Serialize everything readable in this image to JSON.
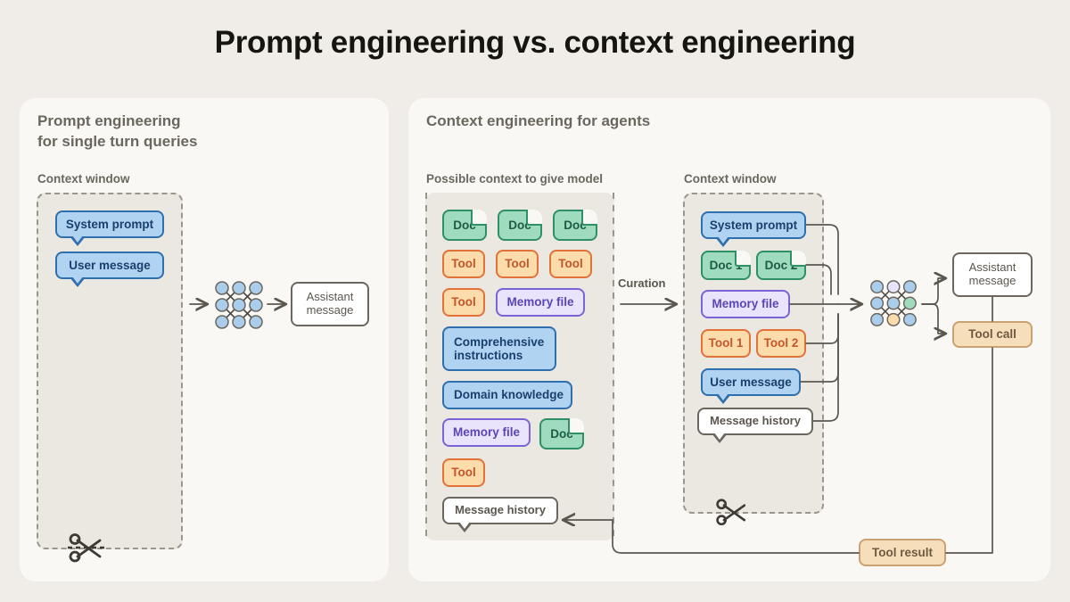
{
  "title": "Prompt engineering vs. context engineering",
  "colors": {
    "page_bg": "#f0ede8",
    "panel_bg": "#faf8f5",
    "context_window_bg": "#ebe8e2",
    "blue": "#b0d3f2",
    "blue_border": "#2f6fad",
    "green": "#9fdcbe",
    "green_border": "#2f8f66",
    "orange": "#fcdcab",
    "orange_border": "#e3713a",
    "purple": "#e9e4fc",
    "purple_border": "#7b63d8",
    "tan": "#f7debb",
    "tan_border": "#c9a173",
    "wire": "#6b675f",
    "heading_text": "#6b675f"
  },
  "left_panel": {
    "heading": "Prompt engineering\nfor single turn queries",
    "context_window_label": "Context window",
    "items": [
      {
        "label": "System prompt",
        "kind": "bubble-blue"
      },
      {
        "label": "User message",
        "kind": "bubble-blue"
      }
    ],
    "output": {
      "label": "Assistant\nmessage",
      "kind": "plain"
    },
    "model_icon": "neural-network-icon",
    "cut_icon": "scissors-icon"
  },
  "right_panel": {
    "heading": "Context engineering for agents",
    "possible_context_label": "Possible context to give model",
    "context_window_label": "Context window",
    "curation_label": "Curation",
    "possible_context": [
      {
        "label": "Doc",
        "kind": "doc"
      },
      {
        "label": "Doc",
        "kind": "doc"
      },
      {
        "label": "Doc",
        "kind": "doc"
      },
      {
        "label": "Tool",
        "kind": "tool"
      },
      {
        "label": "Tool",
        "kind": "tool"
      },
      {
        "label": "Tool",
        "kind": "tool"
      },
      {
        "label": "Tool",
        "kind": "tool"
      },
      {
        "label": "Memory file",
        "kind": "memory"
      },
      {
        "label": "Comprehensive\ninstructions",
        "kind": "blue"
      },
      {
        "label": "Domain knowledge",
        "kind": "blue"
      },
      {
        "label": "Memory file",
        "kind": "memory"
      },
      {
        "label": "Doc",
        "kind": "doc"
      },
      {
        "label": "Tool",
        "kind": "tool"
      },
      {
        "label": "Message history",
        "kind": "bubble-white"
      }
    ],
    "context_window": [
      {
        "label": "System prompt",
        "kind": "bubble-blue"
      },
      {
        "label": "Doc 1",
        "kind": "doc"
      },
      {
        "label": "Doc 2",
        "kind": "doc"
      },
      {
        "label": "Memory file",
        "kind": "memory"
      },
      {
        "label": "Tool 1",
        "kind": "tool"
      },
      {
        "label": "Tool 2",
        "kind": "tool"
      },
      {
        "label": "User message",
        "kind": "bubble-blue"
      },
      {
        "label": "Message history",
        "kind": "bubble-white"
      }
    ],
    "outputs": [
      {
        "label": "Assistant\nmessage",
        "kind": "plain"
      },
      {
        "label": "Tool call",
        "kind": "tan"
      }
    ],
    "tool_result": {
      "label": "Tool result",
      "kind": "tan"
    },
    "model_icon": "neural-network-icon",
    "cut_icon": "scissors-icon"
  }
}
